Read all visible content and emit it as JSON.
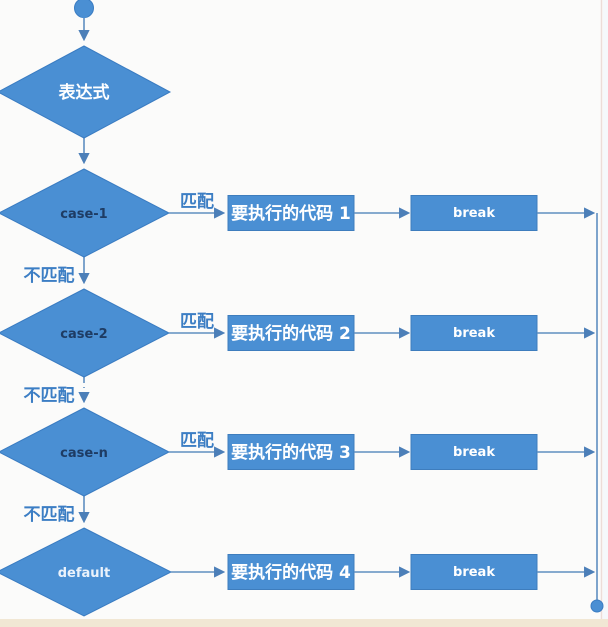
{
  "flowchart": {
    "title_semantic": "switch-case-flowchart",
    "expression": "表达式",
    "rows": [
      {
        "case": "case-1",
        "match": "匹配",
        "no_match": "不匹配",
        "code": "要执行的代码 1",
        "break": "break"
      },
      {
        "case": "case-2",
        "match": "匹配",
        "no_match": "不匹配",
        "code": "要执行的代码 2",
        "break": "break"
      },
      {
        "case": "case-n",
        "match": "匹配",
        "no_match": "不匹配",
        "code": "要执行的代码 3",
        "break": "break"
      },
      {
        "case": "default",
        "code": "要执行的代码 4",
        "break": "break"
      }
    ],
    "colors": {
      "node_fill": "#4a8fd3",
      "node_border": "#3a7cc2",
      "connector": "#5f8fc0",
      "branch_label_text": "#3c7ec4",
      "case_text": "#1e3c64",
      "node_text": "#ffffff",
      "background": "#fbfbfa",
      "footer_strip": "#f1e7d4"
    }
  }
}
